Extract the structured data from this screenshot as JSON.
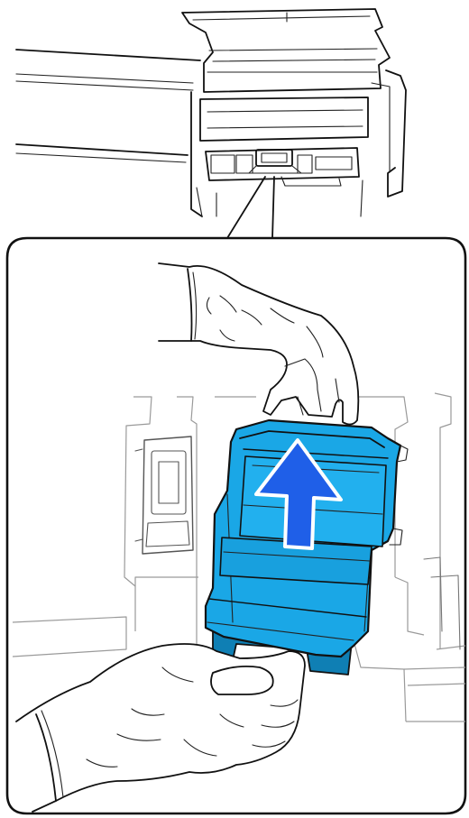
{
  "figure": {
    "kind": "maintenance-illustration",
    "overview": {
      "subject": "printer-with-open-cover",
      "highlight": "maintenance-unit-bay"
    },
    "callout": {
      "action": "lift-out-unit",
      "arrow_direction": "up"
    },
    "colors": {
      "line": "#111111",
      "part_fill": "#1aa7e6",
      "part_dark": "#0f7fb4",
      "arrow_fill": "#1f5fe8",
      "arrow_stroke": "#ffffff",
      "background": "#ffffff"
    },
    "icons": [
      "printer-icon",
      "hand-icon",
      "up-arrow-icon"
    ]
  }
}
